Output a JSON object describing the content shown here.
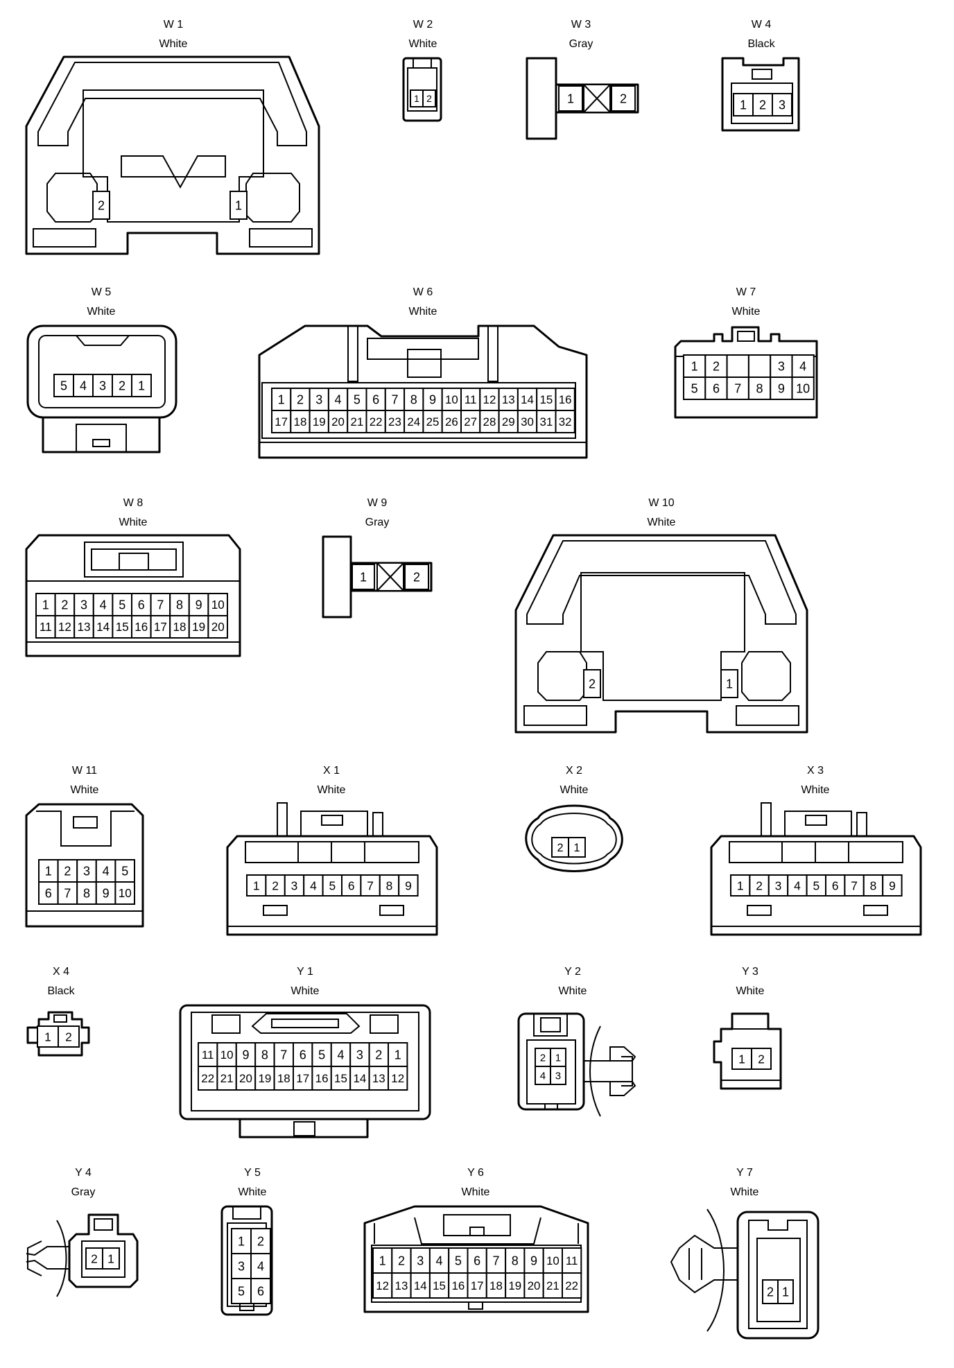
{
  "connectors": [
    {
      "id": "W1",
      "code": "W 1",
      "color": "White",
      "pins": [
        [
          "2",
          "1"
        ]
      ]
    },
    {
      "id": "W2",
      "code": "W 2",
      "color": "White",
      "pins": [
        [
          "1",
          "2"
        ]
      ]
    },
    {
      "id": "W3",
      "code": "W 3",
      "color": "Gray",
      "pins": [
        [
          "1",
          "2"
        ]
      ]
    },
    {
      "id": "W4",
      "code": "W 4",
      "color": "Black",
      "pins": [
        [
          "1",
          "2",
          "3"
        ]
      ]
    },
    {
      "id": "W5",
      "code": "W 5",
      "color": "White",
      "pins": [
        [
          "5",
          "4",
          "3",
          "2",
          "1"
        ]
      ]
    },
    {
      "id": "W6",
      "code": "W 6",
      "color": "White",
      "pins": [
        [
          "1",
          "2",
          "3",
          "4",
          "5",
          "6",
          "7",
          "8",
          "9",
          "10",
          "11",
          "12",
          "13",
          "14",
          "15",
          "16"
        ],
        [
          "17",
          "18",
          "19",
          "20",
          "21",
          "22",
          "23",
          "24",
          "25",
          "26",
          "27",
          "28",
          "29",
          "30",
          "31",
          "32"
        ]
      ]
    },
    {
      "id": "W7",
      "code": "W 7",
      "color": "White",
      "pins": [
        [
          "1",
          "2",
          "",
          "",
          "3",
          "4"
        ],
        [
          "5",
          "6",
          "7",
          "8",
          "9",
          "10"
        ]
      ]
    },
    {
      "id": "W8",
      "code": "W 8",
      "color": "White",
      "pins": [
        [
          "1",
          "2",
          "3",
          "4",
          "5",
          "6",
          "7",
          "8",
          "9",
          "10"
        ],
        [
          "11",
          "12",
          "13",
          "14",
          "15",
          "16",
          "17",
          "18",
          "19",
          "20"
        ]
      ]
    },
    {
      "id": "W9",
      "code": "W 9",
      "color": "Gray",
      "pins": [
        [
          "1",
          "2"
        ]
      ]
    },
    {
      "id": "W10",
      "code": "W 10",
      "color": "White",
      "pins": [
        [
          "2",
          "1"
        ]
      ]
    },
    {
      "id": "W11",
      "code": "W 11",
      "color": "White",
      "pins": [
        [
          "1",
          "2",
          "3",
          "4",
          "5"
        ],
        [
          "6",
          "7",
          "8",
          "9",
          "10"
        ]
      ]
    },
    {
      "id": "X1",
      "code": "X 1",
      "color": "White",
      "pins": [
        [
          "1",
          "2",
          "3",
          "4",
          "5",
          "6",
          "7",
          "8",
          "9"
        ]
      ]
    },
    {
      "id": "X2",
      "code": "X 2",
      "color": "White",
      "pins": [
        [
          "2",
          "1"
        ]
      ]
    },
    {
      "id": "X3",
      "code": "X 3",
      "color": "White",
      "pins": [
        [
          "1",
          "2",
          "3",
          "4",
          "5",
          "6",
          "7",
          "8",
          "9"
        ]
      ]
    },
    {
      "id": "X4",
      "code": "X 4",
      "color": "Black",
      "pins": [
        [
          "1",
          "2"
        ]
      ]
    },
    {
      "id": "Y1",
      "code": "Y 1",
      "color": "White",
      "pins": [
        [
          "11",
          "10",
          "9",
          "8",
          "7",
          "6",
          "5",
          "4",
          "3",
          "2",
          "1"
        ],
        [
          "22",
          "21",
          "20",
          "19",
          "18",
          "17",
          "16",
          "15",
          "14",
          "13",
          "12"
        ]
      ]
    },
    {
      "id": "Y2",
      "code": "Y 2",
      "color": "White",
      "pins": [
        [
          "2",
          "1"
        ],
        [
          "4",
          "3"
        ]
      ]
    },
    {
      "id": "Y3",
      "code": "Y 3",
      "color": "White",
      "pins": [
        [
          "1",
          "2"
        ]
      ]
    },
    {
      "id": "Y4",
      "code": "Y 4",
      "color": "Gray",
      "pins": [
        [
          "2",
          "1"
        ]
      ]
    },
    {
      "id": "Y5",
      "code": "Y 5",
      "color": "White",
      "pins": [
        [
          "1",
          "2"
        ],
        [
          "3",
          "4"
        ],
        [
          "5",
          "6"
        ]
      ]
    },
    {
      "id": "Y6",
      "code": "Y 6",
      "color": "White",
      "pins": [
        [
          "1",
          "2",
          "3",
          "4",
          "5",
          "6",
          "7",
          "8",
          "9",
          "10",
          "11"
        ],
        [
          "12",
          "13",
          "14",
          "15",
          "16",
          "17",
          "18",
          "19",
          "20",
          "21",
          "22"
        ]
      ]
    },
    {
      "id": "Y7",
      "code": "Y 7",
      "color": "White",
      "pins": [
        [
          "2",
          "1"
        ]
      ]
    }
  ]
}
